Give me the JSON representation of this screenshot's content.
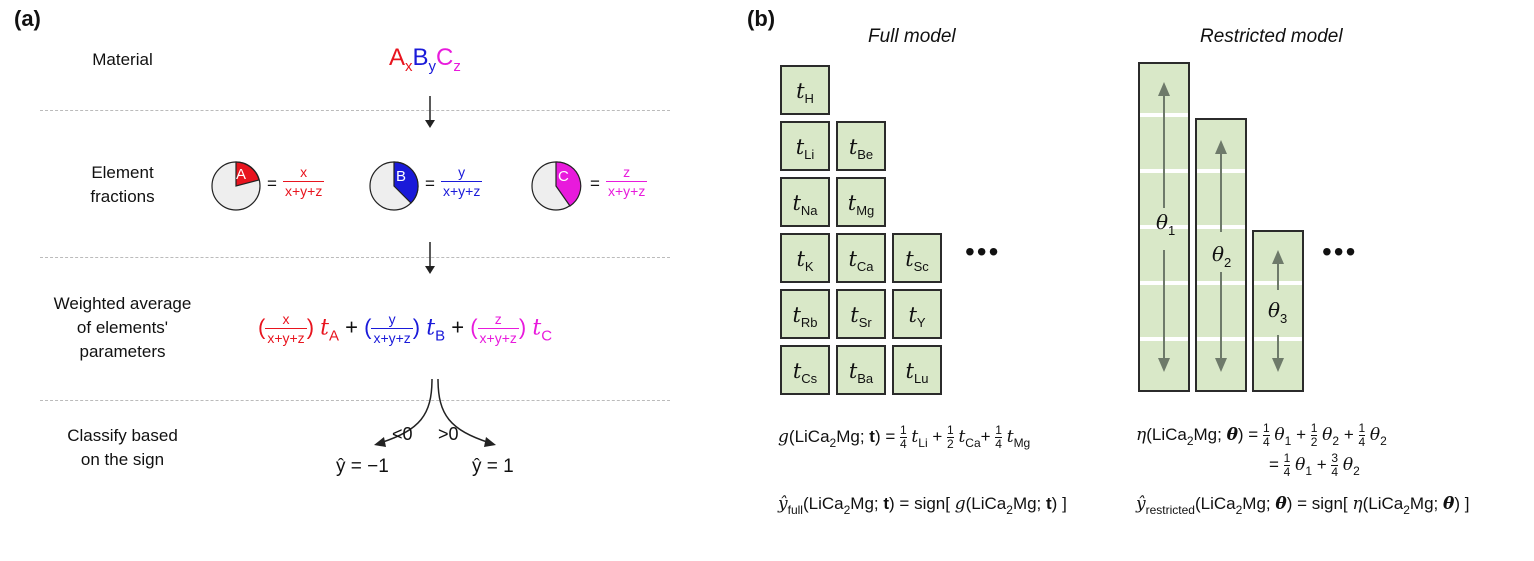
{
  "panel_a": {
    "label": "(a)",
    "rows": {
      "material": "Material",
      "element_fractions_line1": "Element",
      "element_fractions_line2": "fractions",
      "weighted_line1": "Weighted average",
      "weighted_line2": "of elements'",
      "weighted_line3": "parameters",
      "classify_line1": "Classify based",
      "classify_line2": "on the sign"
    },
    "formula": {
      "A": "A",
      "x": "x",
      "B": "B",
      "y": "y",
      "C": "C",
      "z": "z"
    },
    "fractions": {
      "equals": "=",
      "num_x": "x",
      "num_y": "y",
      "num_z": "z",
      "denominator": "x+y+z",
      "pie_A": "A",
      "pie_B": "B",
      "pie_C": "C"
    },
    "weighted": {
      "open": "(",
      "close": ")",
      "plus": "+",
      "t": "t",
      "sub_A": "A",
      "sub_B": "B",
      "sub_C": "C"
    },
    "classify": {
      "lt": "<0",
      "gt": ">0",
      "left_result": "ŷ = −1",
      "right_result": "ŷ = 1"
    },
    "colors": {
      "A": "#e8141e",
      "B": "#1a1ad9",
      "C": "#e81adc",
      "pie_rest": "#eeeeee"
    }
  },
  "panel_b": {
    "label": "(b)",
    "full_title": "Full model",
    "restricted_title": "Restricted model",
    "full_cells": [
      {
        "t": "t",
        "sub": "H"
      },
      {
        "t": "t",
        "sub": "Li"
      },
      {
        "t": "t",
        "sub": "Be"
      },
      {
        "t": "t",
        "sub": "Na"
      },
      {
        "t": "t",
        "sub": "Mg"
      },
      {
        "t": "t",
        "sub": "K"
      },
      {
        "t": "t",
        "sub": "Ca"
      },
      {
        "t": "t",
        "sub": "Sc"
      },
      {
        "t": "t",
        "sub": "Rb"
      },
      {
        "t": "t",
        "sub": "Sr"
      },
      {
        "t": "t",
        "sub": "Y"
      },
      {
        "t": "t",
        "sub": "Cs"
      },
      {
        "t": "t",
        "sub": "Ba"
      },
      {
        "t": "t",
        "sub": "Lu"
      }
    ],
    "ellipsis": "•••",
    "theta_labels": [
      {
        "theta": "θ",
        "sub": "1"
      },
      {
        "theta": "θ",
        "sub": "2"
      },
      {
        "theta": "θ",
        "sub": "3"
      }
    ],
    "equations": {
      "g_func": "g",
      "g_arg": "LiCa",
      "g_arg2": "Mg; ",
      "g_t": "t",
      "g_rhs": [
        "1",
        "4",
        "t",
        "Li",
        "+",
        "1",
        "2",
        "t",
        "Ca",
        "+",
        "1",
        "4",
        "t",
        "Mg"
      ],
      "eta_func": "η",
      "eta_theta": "θ",
      "yfull_label": "ŷ",
      "yfull_sub": "full",
      "yrestr_sub": "restricted",
      "sign": "sign[",
      "close_bracket": "]",
      "mol_sub": "2",
      "eq3": "3",
      "four": "4"
    },
    "cell_color": "#d9e8c8",
    "arrow_color": "#6e7a6a"
  }
}
